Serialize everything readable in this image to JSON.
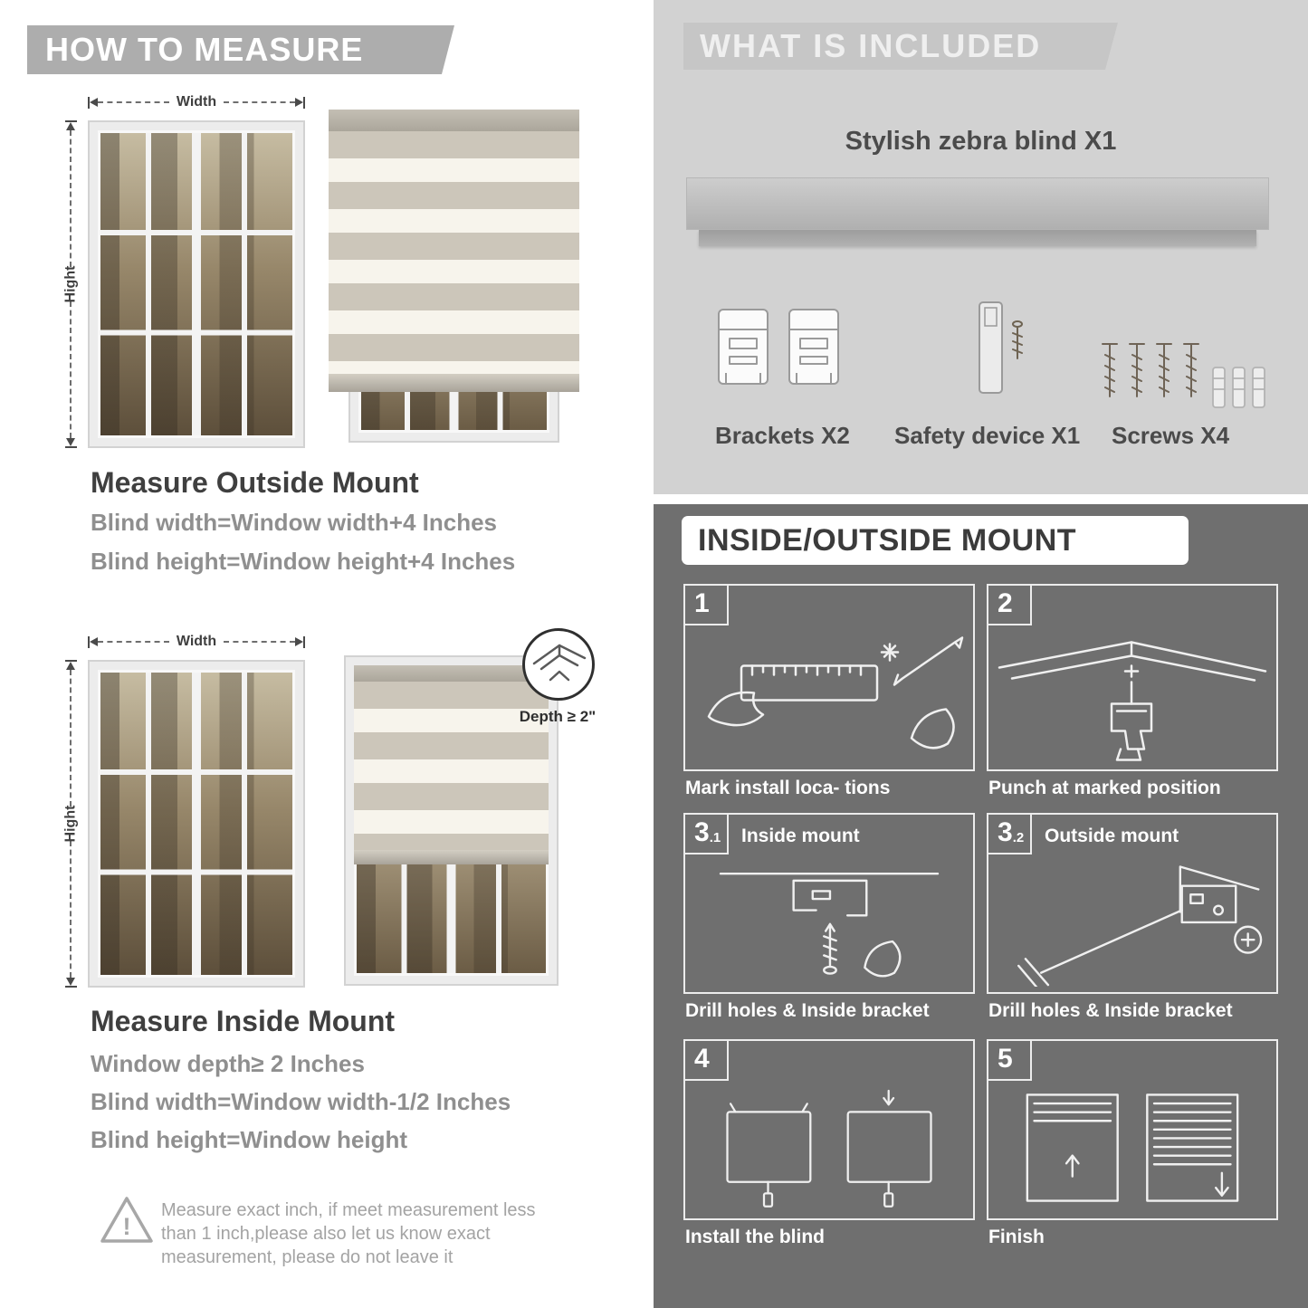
{
  "how_to_measure": {
    "header": "HOW TO MEASURE",
    "width_label": "Width",
    "height_label": "Hight",
    "outside": {
      "heading": "Measure Outside Mount",
      "lines": [
        "Blind width=Window width+4 Inches",
        "Blind height=Window height+4 Inches"
      ]
    },
    "inside": {
      "heading": "Measure Inside Mount",
      "depth_note": "Depth ≥ 2\"",
      "lines": [
        "Window depth≥ 2 Inches",
        "Blind width=Window width-1/2 Inches",
        "Blind height=Window height"
      ]
    },
    "warning": {
      "icon_mark": "!",
      "text": "Measure exact inch, if meet measurement less than 1 inch,please also let us know exact measurement, please do not leave it"
    }
  },
  "included": {
    "header": "WHAT IS INCLUDED",
    "product_label": "Stylish zebra blind X1",
    "items": [
      {
        "icon": "brackets-icon",
        "label": "Brackets X2"
      },
      {
        "icon": "safety-device-icon",
        "label": "Safety device X1"
      },
      {
        "icon": "screws-icon",
        "label": "Screws X4"
      }
    ]
  },
  "mount_guide": {
    "header": "INSIDE/OUTSIDE MOUNT",
    "steps": [
      {
        "num": "1",
        "sub": "",
        "label": "",
        "caption": "Mark install loca- tions"
      },
      {
        "num": "2",
        "sub": "",
        "label": "",
        "caption": "Punch at  marked position"
      },
      {
        "num": "3",
        "sub": ".1",
        "label": "Inside mount",
        "caption": "Drill holes &  Inside bracket"
      },
      {
        "num": "3",
        "sub": ".2",
        "label": "Outside mount",
        "caption": "Drill holes &  Inside bracket"
      },
      {
        "num": "4",
        "sub": "",
        "label": "",
        "caption": "Install the blind"
      },
      {
        "num": "5",
        "sub": "",
        "label": "",
        "caption": "Finish"
      }
    ]
  },
  "colors": {
    "left_banner_gray": "#adadad",
    "included_section_gray": "#d2d2d2",
    "included_banner_gray": "#c6c6c6",
    "mount_section_gray": "#6f6f6f",
    "heading_text": "#3f3f3f",
    "body_text_gray": "#8f8f8f",
    "stripe_gray": "#ccc6ba",
    "stripe_sheer": "#f7f4ec"
  }
}
